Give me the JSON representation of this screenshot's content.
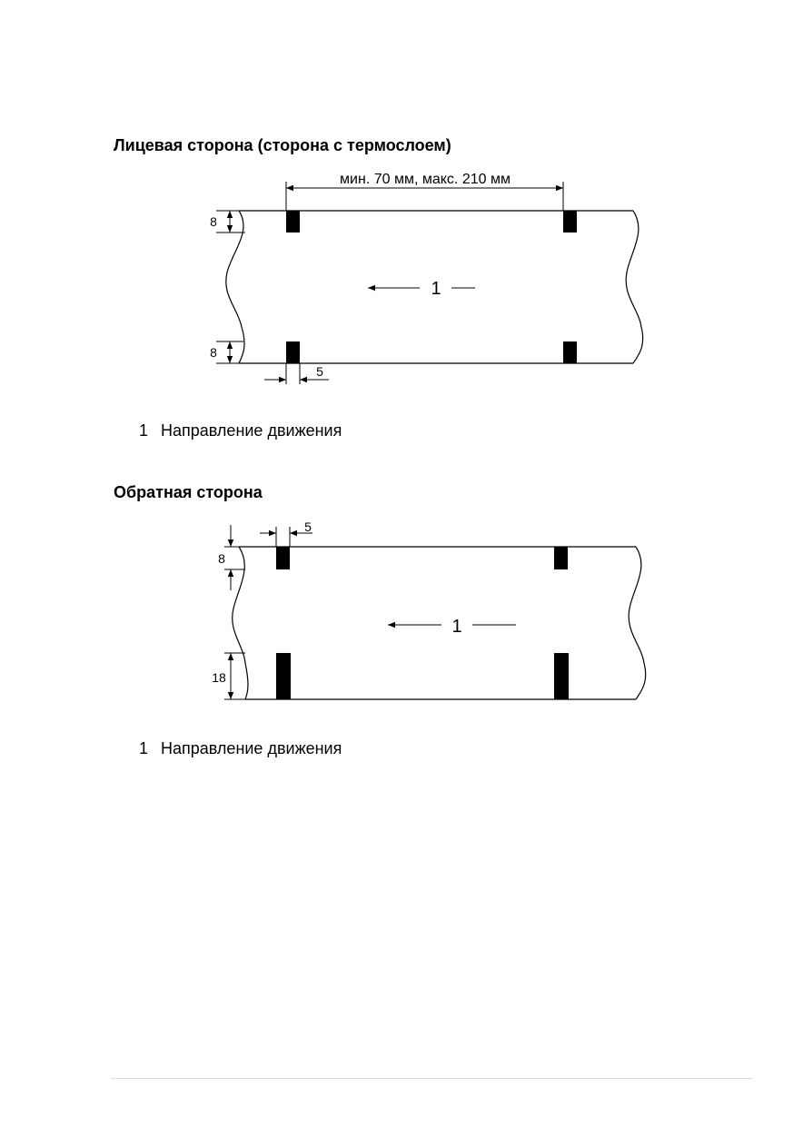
{
  "front": {
    "heading": "Лицевая сторона (сторона с термослоем)",
    "distance_label": "мин. 70 мм, макс. 210 мм",
    "dim_top": "8",
    "dim_bottom": "8",
    "dim_mark_width": "5",
    "direction_number": "1",
    "legend_number": "1",
    "legend_text": "Направление движения"
  },
  "back": {
    "heading": "Обратная сторона",
    "dim_mark_width": "5",
    "dim_top": "8",
    "dim_bottom": "18",
    "direction_number": "1",
    "legend_number": "1",
    "legend_text": "Направление движения"
  }
}
